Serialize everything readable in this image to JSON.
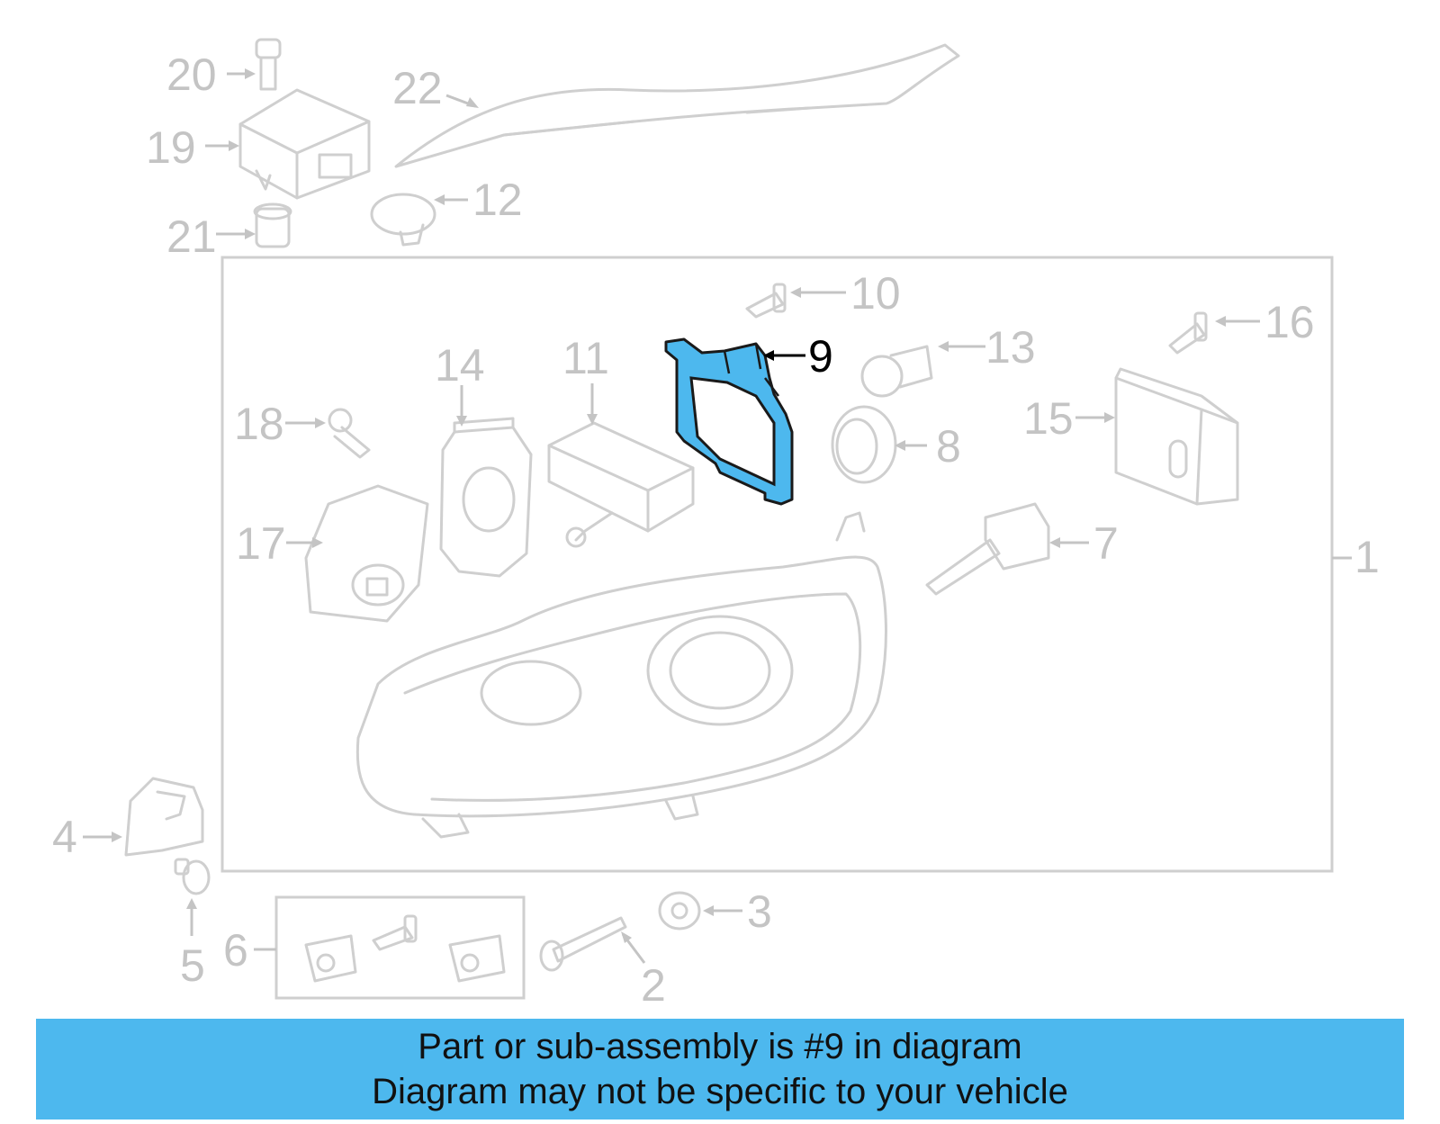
{
  "diagram": {
    "callouts": {
      "c1": "1",
      "c2": "2",
      "c3": "3",
      "c4": "4",
      "c5": "5",
      "c6": "6",
      "c7": "7",
      "c8": "8",
      "c9": "9",
      "c10": "10",
      "c11": "11",
      "c12": "12",
      "c13": "13",
      "c14": "14",
      "c15": "15",
      "c16": "16",
      "c17": "17",
      "c18": "18",
      "c19": "19",
      "c20": "20",
      "c21": "21",
      "c22": "22"
    },
    "highlight_part": "9",
    "colors": {
      "highlight_fill": "#4db8ee",
      "part_stroke": "#cfcfcf",
      "label": "#c4c4c4"
    }
  },
  "banner": {
    "line1": "Part or sub-assembly is #9 in diagram",
    "line2": "Diagram may not be specific to your vehicle",
    "color": "#4db8ee"
  }
}
